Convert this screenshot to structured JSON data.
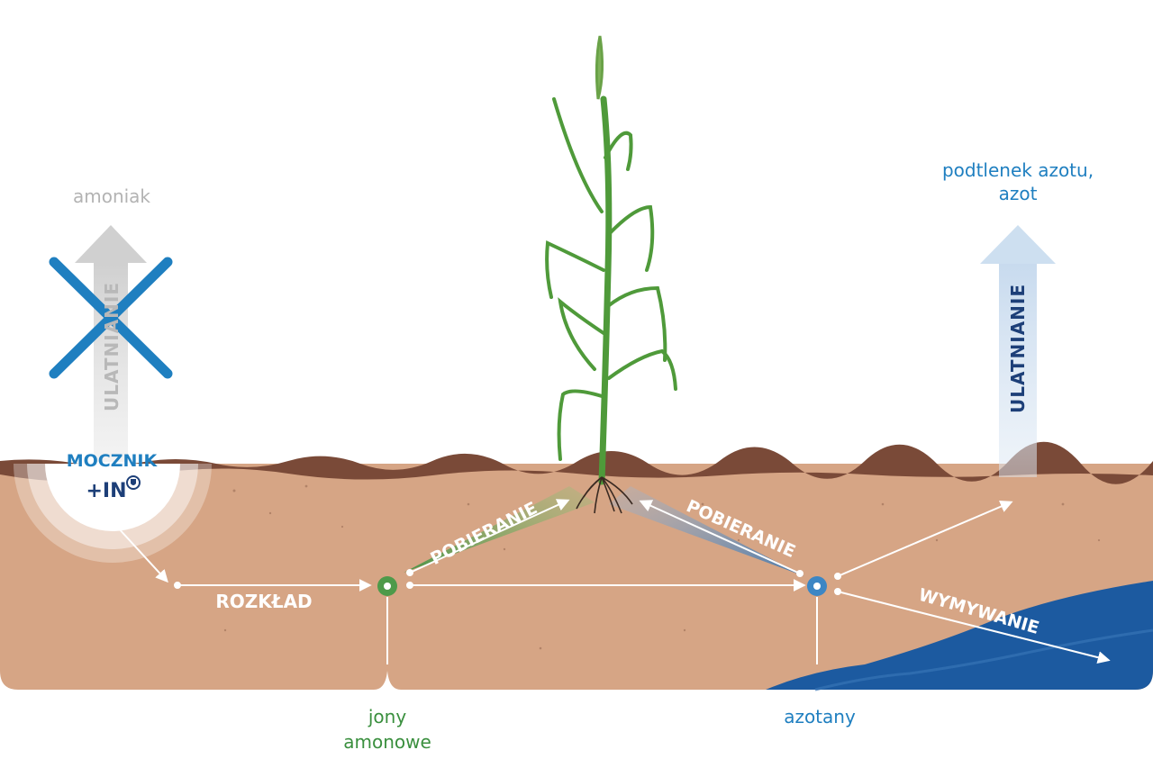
{
  "labels": {
    "ammonia": "amoniak",
    "nitrous_oxide": "podtlenek azotu,",
    "nitrogen": "azot",
    "volatilization_left": "ULATNIANIE",
    "volatilization_right": "ULATNIANIE",
    "urea": "MOCZNIK",
    "urea_badge": "+IN",
    "decomposition": "ROZKŁAD",
    "uptake_left": "POBIERANIE",
    "uptake_right": "POBIERANIE",
    "leaching": "WYMYWANIE",
    "ammonium_line1": "jony",
    "ammonium_line2": "amonowe",
    "nitrates": "azotany"
  },
  "colors": {
    "soil": "#d6a585",
    "soil_crust": "#7a4a38",
    "water": "#1c5aa0",
    "cross": "#1f7fc0",
    "ammonium_node": "#4e9a4a",
    "nitrate_node": "#3c86c4",
    "uptake_green": "#3f9a3f",
    "uptake_blue": "#3a7fb8",
    "plant": "#4f9a3a",
    "navy_text": "#1d3f78"
  }
}
